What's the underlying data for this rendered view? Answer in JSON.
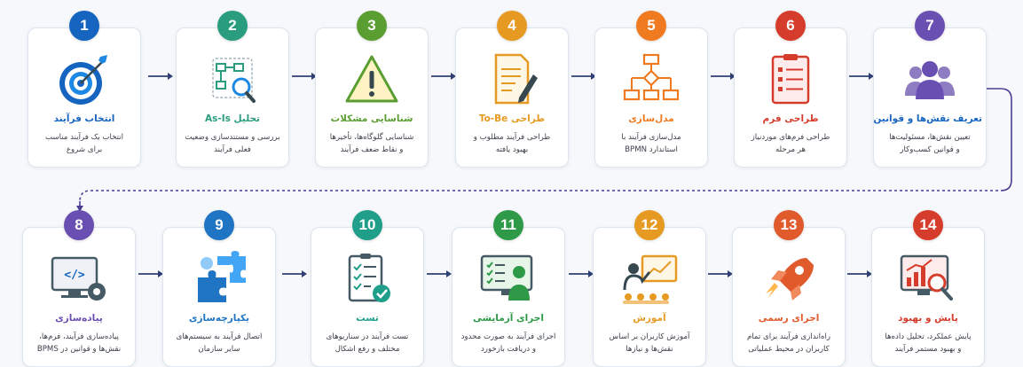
{
  "colors": {
    "step1": "#1565c0",
    "step2": "#2a9d7f",
    "step3": "#5a9e32",
    "step4": "#e69a22",
    "step5": "#ef7a1f",
    "step6": "#d63c2b",
    "step7": "#6a4fb3",
    "step8": "#6a4fb3",
    "step9": "#1f74c4",
    "step10": "#1f9e8a",
    "step11": "#2e9a48",
    "step12": "#e69a22",
    "step13": "#e05a2b",
    "step14": "#d63c2b",
    "arrow": "#2f3f73",
    "connector": "#4b3c92"
  },
  "steps": [
    {
      "number": "1",
      "title": "انتخاب فرآیند",
      "desc": [
        "انتخاب یک فرآیند مناسب",
        "برای شروع"
      ],
      "icon": "target-icon"
    },
    {
      "number": "2",
      "title": "تحلیل As-Is",
      "desc": [
        "بررسی و مستندسازی وضعیت",
        "فعلی فرآیند"
      ],
      "icon": "flowchart-search-icon"
    },
    {
      "number": "3",
      "title": "شناسایی مشکلات",
      "desc": [
        "شناسایی گلوگاه‌ها، تأخیرها",
        "و نقاط ضعف فرآیند"
      ],
      "icon": "warning-icon"
    },
    {
      "number": "4",
      "title": "طراحی To-Be",
      "desc": [
        "طراحی فرآیند مطلوب و",
        "بهبود یافته"
      ],
      "icon": "document-pencil-icon"
    },
    {
      "number": "5",
      "title": "مدل‌سازی",
      "desc": [
        "مدل‌سازی فرآیند با",
        "استاندارد BPMN"
      ],
      "icon": "process-model-icon"
    },
    {
      "number": "6",
      "title": "طراحی فرم",
      "desc": [
        "طراحی فرم‌های موردنیاز",
        "هر مرحله"
      ],
      "icon": "form-icon"
    },
    {
      "number": "7",
      "title": "تعریف نقش‌ها و قوانین",
      "desc": [
        "تعیین نقش‌ها، مسئولیت‌ها",
        "و قوانین کسب‌وکار"
      ],
      "icon": "people-icon"
    },
    {
      "number": "8",
      "title": "پیاده‌سازی",
      "desc": [
        "پیاده‌سازی فرآیند، فرم‌ها،",
        "نقش‌ها و قوانین در BPMS"
      ],
      "icon": "code-gear-icon"
    },
    {
      "number": "9",
      "title": "یکپارچه‌سازی",
      "desc": [
        "اتصال فرآیند به سیستم‌های",
        "سایر سازمان"
      ],
      "icon": "puzzle-icon"
    },
    {
      "number": "10",
      "title": "تست",
      "desc": [
        "تست فرآیند در سناریوهای",
        "مختلف و رفع اشکال"
      ],
      "icon": "checklist-icon"
    },
    {
      "number": "11",
      "title": "اجرای آزمایشی",
      "desc": [
        "اجرای فرآیند به صورت محدود",
        "و دریافت بازخورد"
      ],
      "icon": "monitor-checklist-icon"
    },
    {
      "number": "12",
      "title": "آموزش",
      "desc": [
        "آموزش کاربران بر اساس",
        "نقش‌ها و نیازها"
      ],
      "icon": "training-icon"
    },
    {
      "number": "13",
      "title": "اجرای رسمی",
      "desc": [
        "راه‌اندازی فرآیند برای تمام",
        "کاربران در محیط عملیاتی"
      ],
      "icon": "rocket-icon"
    },
    {
      "number": "14",
      "title": "پایش و بهبود",
      "desc": [
        "پایش عملکرد، تحلیل داده‌ها",
        "و بهبود مستمر فرآیند"
      ],
      "icon": "analytics-icon"
    }
  ]
}
